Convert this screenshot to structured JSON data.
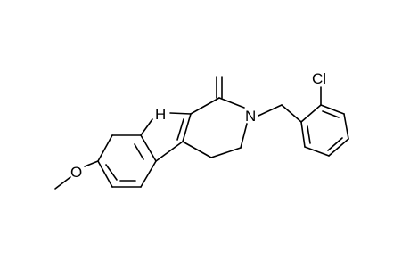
{
  "molecule": {
    "atoms": {
      "nh": "H",
      "n_ring": "N",
      "cl": "Cl",
      "o_methoxy": "O"
    }
  },
  "colors": {
    "bond": "#000000",
    "background": "#ffffff",
    "label": "#000000"
  }
}
